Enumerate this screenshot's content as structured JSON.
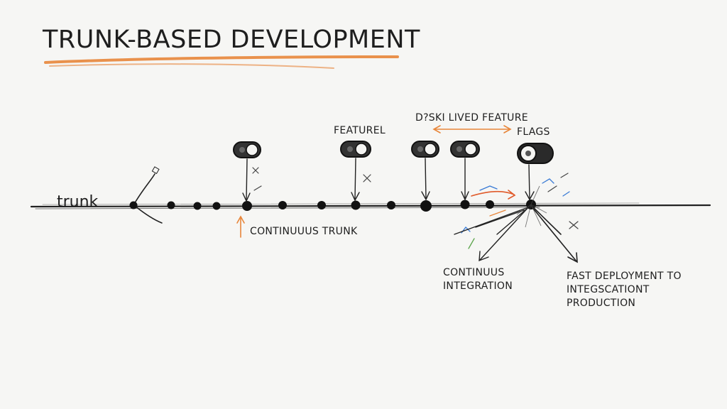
{
  "title": "TRUNK-BASED DEVELOPMENT",
  "trunk_label": "trunk",
  "annotations": {
    "featurel": "FEATUREL",
    "short_lived_feature": "D?SKI LIVED FEATURE",
    "flags": "FLAGS",
    "continuous_trunk": "CONTINUUUS TRUNK",
    "continuous_integration": [
      "CONTINUUS",
      "INTEGRATION"
    ],
    "fast_deployment": [
      "FAST DEPLOYMENT TO",
      "INTEGSCATIONT",
      "PRODUCTION"
    ]
  },
  "colors": {
    "ink": "#1e1e1e",
    "accent_orange": "#e8863a",
    "accent_blue": "#3a7bd5",
    "accent_green": "#5aa44a",
    "background": "#f6f6f4"
  },
  "icons": [
    "toggle-switch-icon",
    "branch-merge-icon",
    "arrow-icon"
  ]
}
